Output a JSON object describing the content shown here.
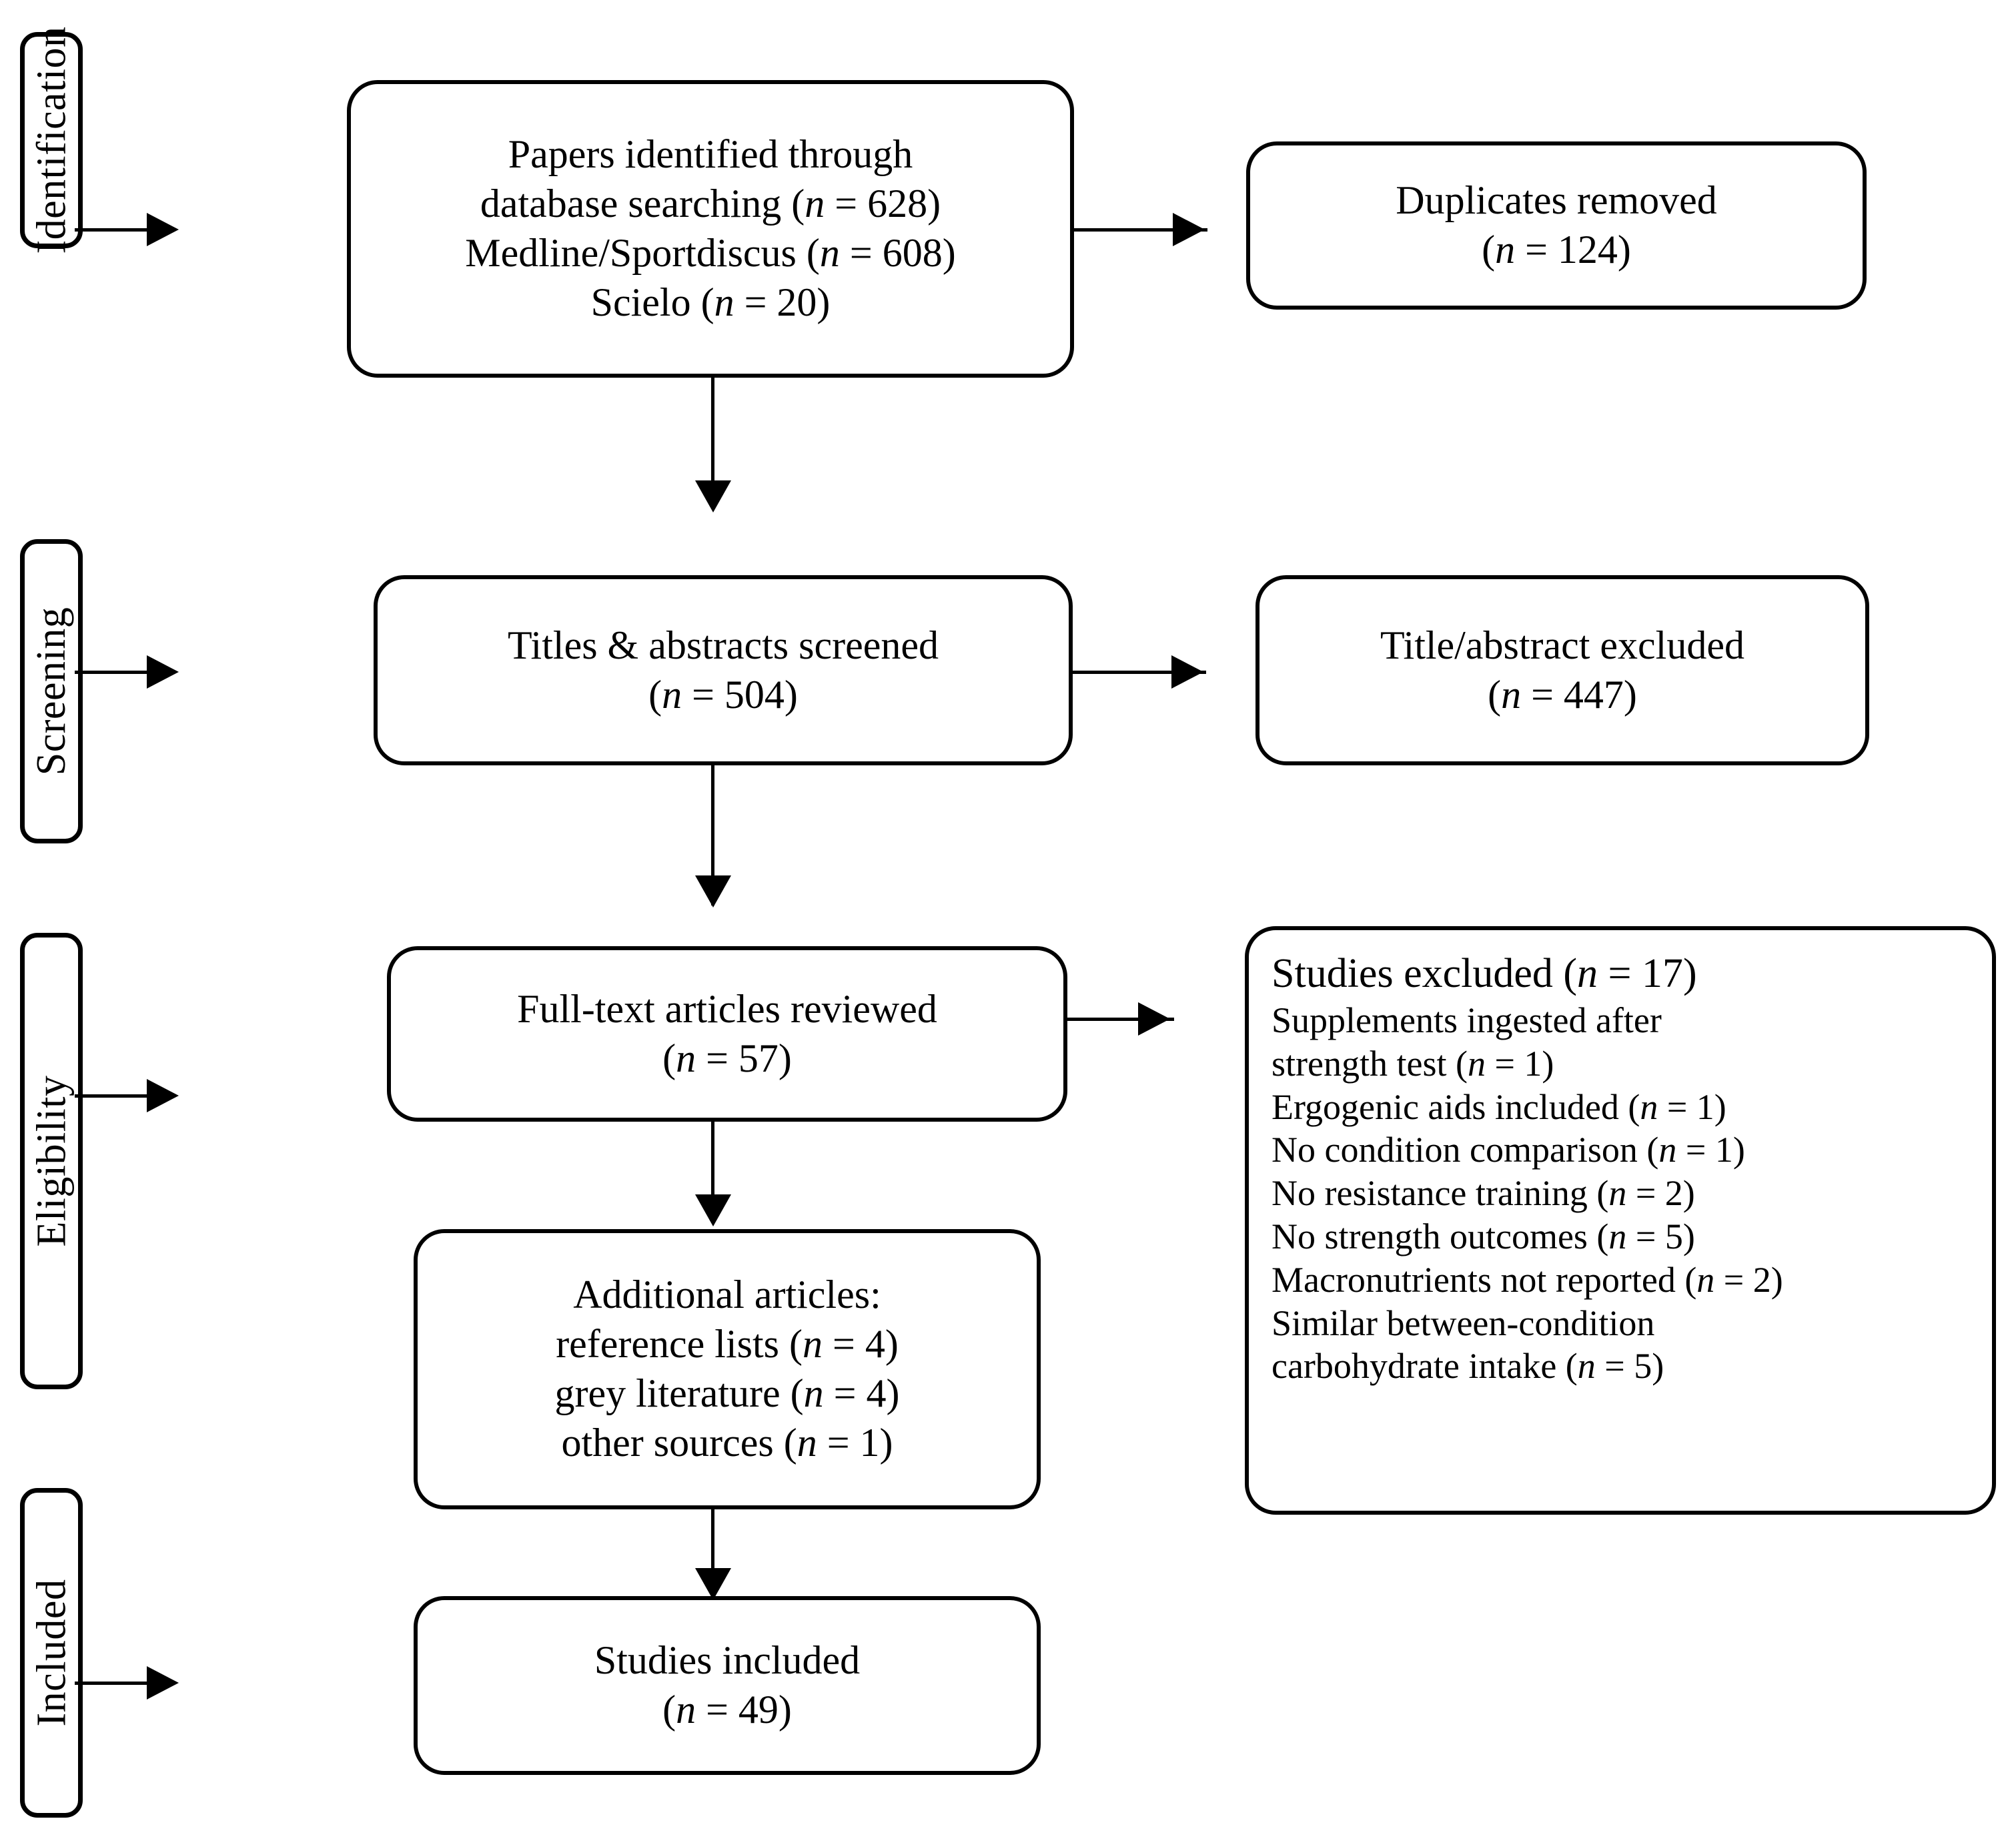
{
  "diagram": {
    "title": "PRISMA study selection flow diagram",
    "stages": [
      {
        "id": "identification",
        "label": "Identification"
      },
      {
        "id": "screening",
        "label": "Screening"
      },
      {
        "id": "eligibility",
        "label": "Eligibility"
      },
      {
        "id": "included",
        "label": "Included"
      }
    ],
    "nodes": {
      "identified": {
        "id": "papers-identified",
        "lines": [
          "Papers identified through",
          "database searching (<em class=\"v\">n</em> = 628)",
          "Medline/Sportdiscus (<em class=\"v\">n</em> = 608)",
          "Scielo (<em class=\"v\">n</em> = 20)"
        ]
      },
      "duplicates": {
        "id": "duplicates-removed",
        "lines": [
          "Duplicates removed",
          "(<em class=\"v\">n</em> = 124)"
        ]
      },
      "screened": {
        "id": "titles-abstracts-screened",
        "lines": [
          "Titles &amp; abstracts screened",
          "(<em class=\"v\">n</em> = 504)"
        ]
      },
      "title_excluded": {
        "id": "title-abstract-excluded",
        "lines": [
          "Title/abstract excluded",
          "(<em class=\"v\">n</em> = 447)"
        ]
      },
      "fulltext": {
        "id": "full-text-articles-reviewed",
        "lines": [
          "Full-text articles reviewed",
          "(<em class=\"v\">n</em> = 57)"
        ]
      },
      "additional": {
        "id": "additional-articles",
        "lines": [
          "Additional articles:",
          "reference lists (<em class=\"v\">n</em> = 4)",
          "grey literature (<em class=\"v\">n</em> = 4)",
          "other sources (<em class=\"v\">n</em> = 1)"
        ]
      },
      "studies_excluded": {
        "id": "studies-excluded",
        "heading": "Studies excluded (<em class=\"v\">n</em> = 17)",
        "reasons": [
          "Supplements ingested after",
          "strength test (<em class=\"v\">n</em> = 1)",
          "Ergogenic aids included (<em class=\"v\">n</em> = 1)",
          "No condition comparison (<em class=\"v\">n</em> = 1)",
          "No resistance training (<em class=\"v\">n</em> = 2)",
          "No strength outcomes (<em class=\"v\">n</em> = 5)",
          "Macronutrients not reported (<em class=\"v\">n</em> = 2)",
          "Similar between-condition",
          "carbohydrate intake (<em class=\"v\">n</em> = 5)"
        ]
      },
      "included": {
        "id": "studies-included",
        "lines": [
          "Studies included",
          "(<em class=\"v\">n</em> = 49)"
        ]
      }
    },
    "counts": {
      "database_searching": 628,
      "medline_sportdiscus": 608,
      "scielo": 20,
      "duplicates_removed": 124,
      "titles_abstracts_screened": 504,
      "title_abstract_excluded": 447,
      "full_text_reviewed": 57,
      "additional_reference_lists": 4,
      "additional_grey_literature": 4,
      "additional_other_sources": 1,
      "studies_excluded_total": 17,
      "excl_supplements_after_strength_test": 1,
      "excl_ergogenic_aids_included": 1,
      "excl_no_condition_comparison": 1,
      "excl_no_resistance_training": 2,
      "excl_no_strength_outcomes": 5,
      "excl_macronutrients_not_reported": 2,
      "excl_similar_carbohydrate_intake": 5,
      "studies_included": 49
    },
    "colors": {
      "stroke": "#000000",
      "background": "#ffffff",
      "text": "#000000"
    }
  }
}
